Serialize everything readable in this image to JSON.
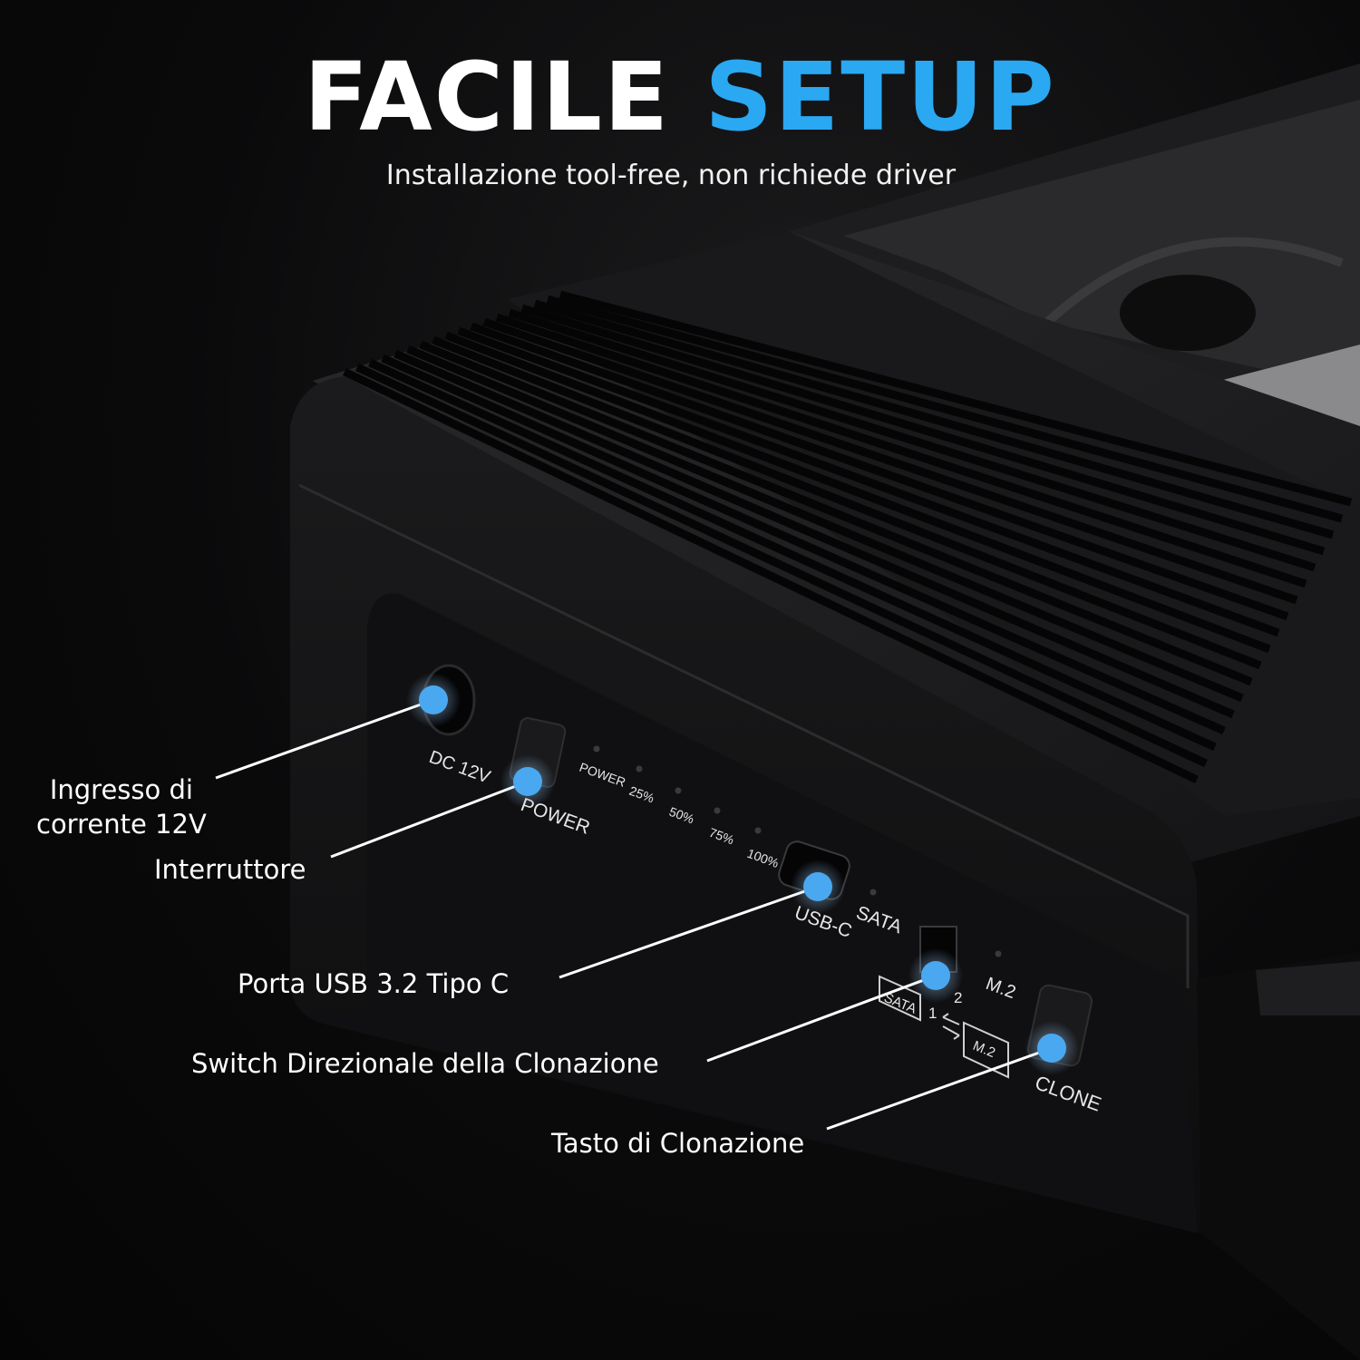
{
  "header": {
    "title_white": "FACILE",
    "title_accent": "SETUP",
    "subtitle": "Installazione tool-free, non richiede driver"
  },
  "device_labels": {
    "dc": "DC 12V",
    "power": "POWER",
    "led_power": "POWER",
    "led_25": "25%",
    "led_50": "50%",
    "led_75": "75%",
    "led_100": "100%",
    "usbc": "USB-C",
    "sata": "SATA",
    "switch_1": "1",
    "switch_2": "2",
    "m2_led": "M.2",
    "sata_box": "SATA",
    "m2_box": "M.2",
    "clone": "CLONE"
  },
  "callouts": {
    "dc_line1": "Ingresso di",
    "dc_line2": "corrente 12V",
    "power": "Interruttore",
    "usb": "Porta USB 3.2 Tipo C",
    "switch": "Switch Direzionale  della Clonazione",
    "clone": "Tasto di Clonazione"
  },
  "colors": {
    "accent": "#2aa8f2",
    "marker": "#4aa8f0",
    "device_body": "#141416",
    "label_text": "#e8e8e8"
  }
}
